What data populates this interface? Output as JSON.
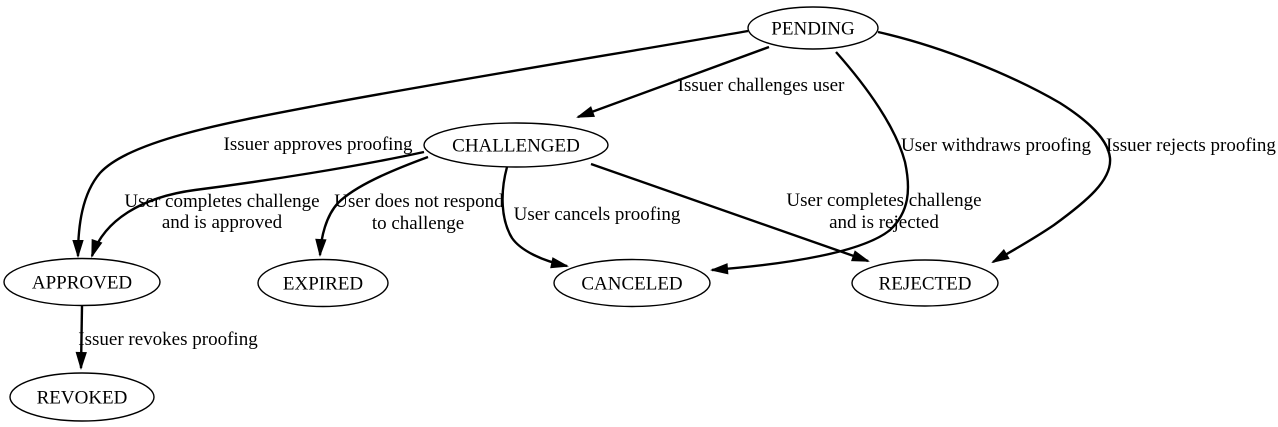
{
  "diagram": {
    "background_color": "#ffffff",
    "foreground_color": "#000000",
    "nodes": [
      {
        "id": "pending",
        "label": "PENDING"
      },
      {
        "id": "challenged",
        "label": "CHALLENGED"
      },
      {
        "id": "approved",
        "label": "APPROVED"
      },
      {
        "id": "expired",
        "label": "EXPIRED"
      },
      {
        "id": "canceled",
        "label": "CANCELED"
      },
      {
        "id": "rejected",
        "label": "REJECTED"
      },
      {
        "id": "revoked",
        "label": "REVOKED"
      }
    ],
    "edges": [
      {
        "from": "PENDING",
        "to": "CHALLENGED",
        "label_lines": [
          "Issuer challenges user"
        ]
      },
      {
        "from": "PENDING",
        "to": "APPROVED",
        "label_lines": [
          "Issuer approves proofing"
        ]
      },
      {
        "from": "CHALLENGED",
        "to": "APPROVED",
        "label_lines": [
          "User completes challenge",
          "and is approved"
        ]
      },
      {
        "from": "CHALLENGED",
        "to": "EXPIRED",
        "label_lines": [
          "User does not respond",
          "to challenge"
        ]
      },
      {
        "from": "CHALLENGED",
        "to": "CANCELED",
        "label_lines": [
          "User cancels proofing"
        ]
      },
      {
        "from": "CHALLENGED",
        "to": "REJECTED",
        "label_lines": [
          "User completes challenge",
          "and is rejected"
        ]
      },
      {
        "from": "PENDING",
        "to": "CANCELED",
        "label_lines": [
          "User withdraws proofing"
        ]
      },
      {
        "from": "PENDING",
        "to": "REJECTED",
        "label_lines": [
          "Issuer rejects proofing"
        ]
      },
      {
        "from": "APPROVED",
        "to": "REVOKED",
        "label_lines": [
          "Issuer revokes proofing"
        ]
      }
    ]
  }
}
